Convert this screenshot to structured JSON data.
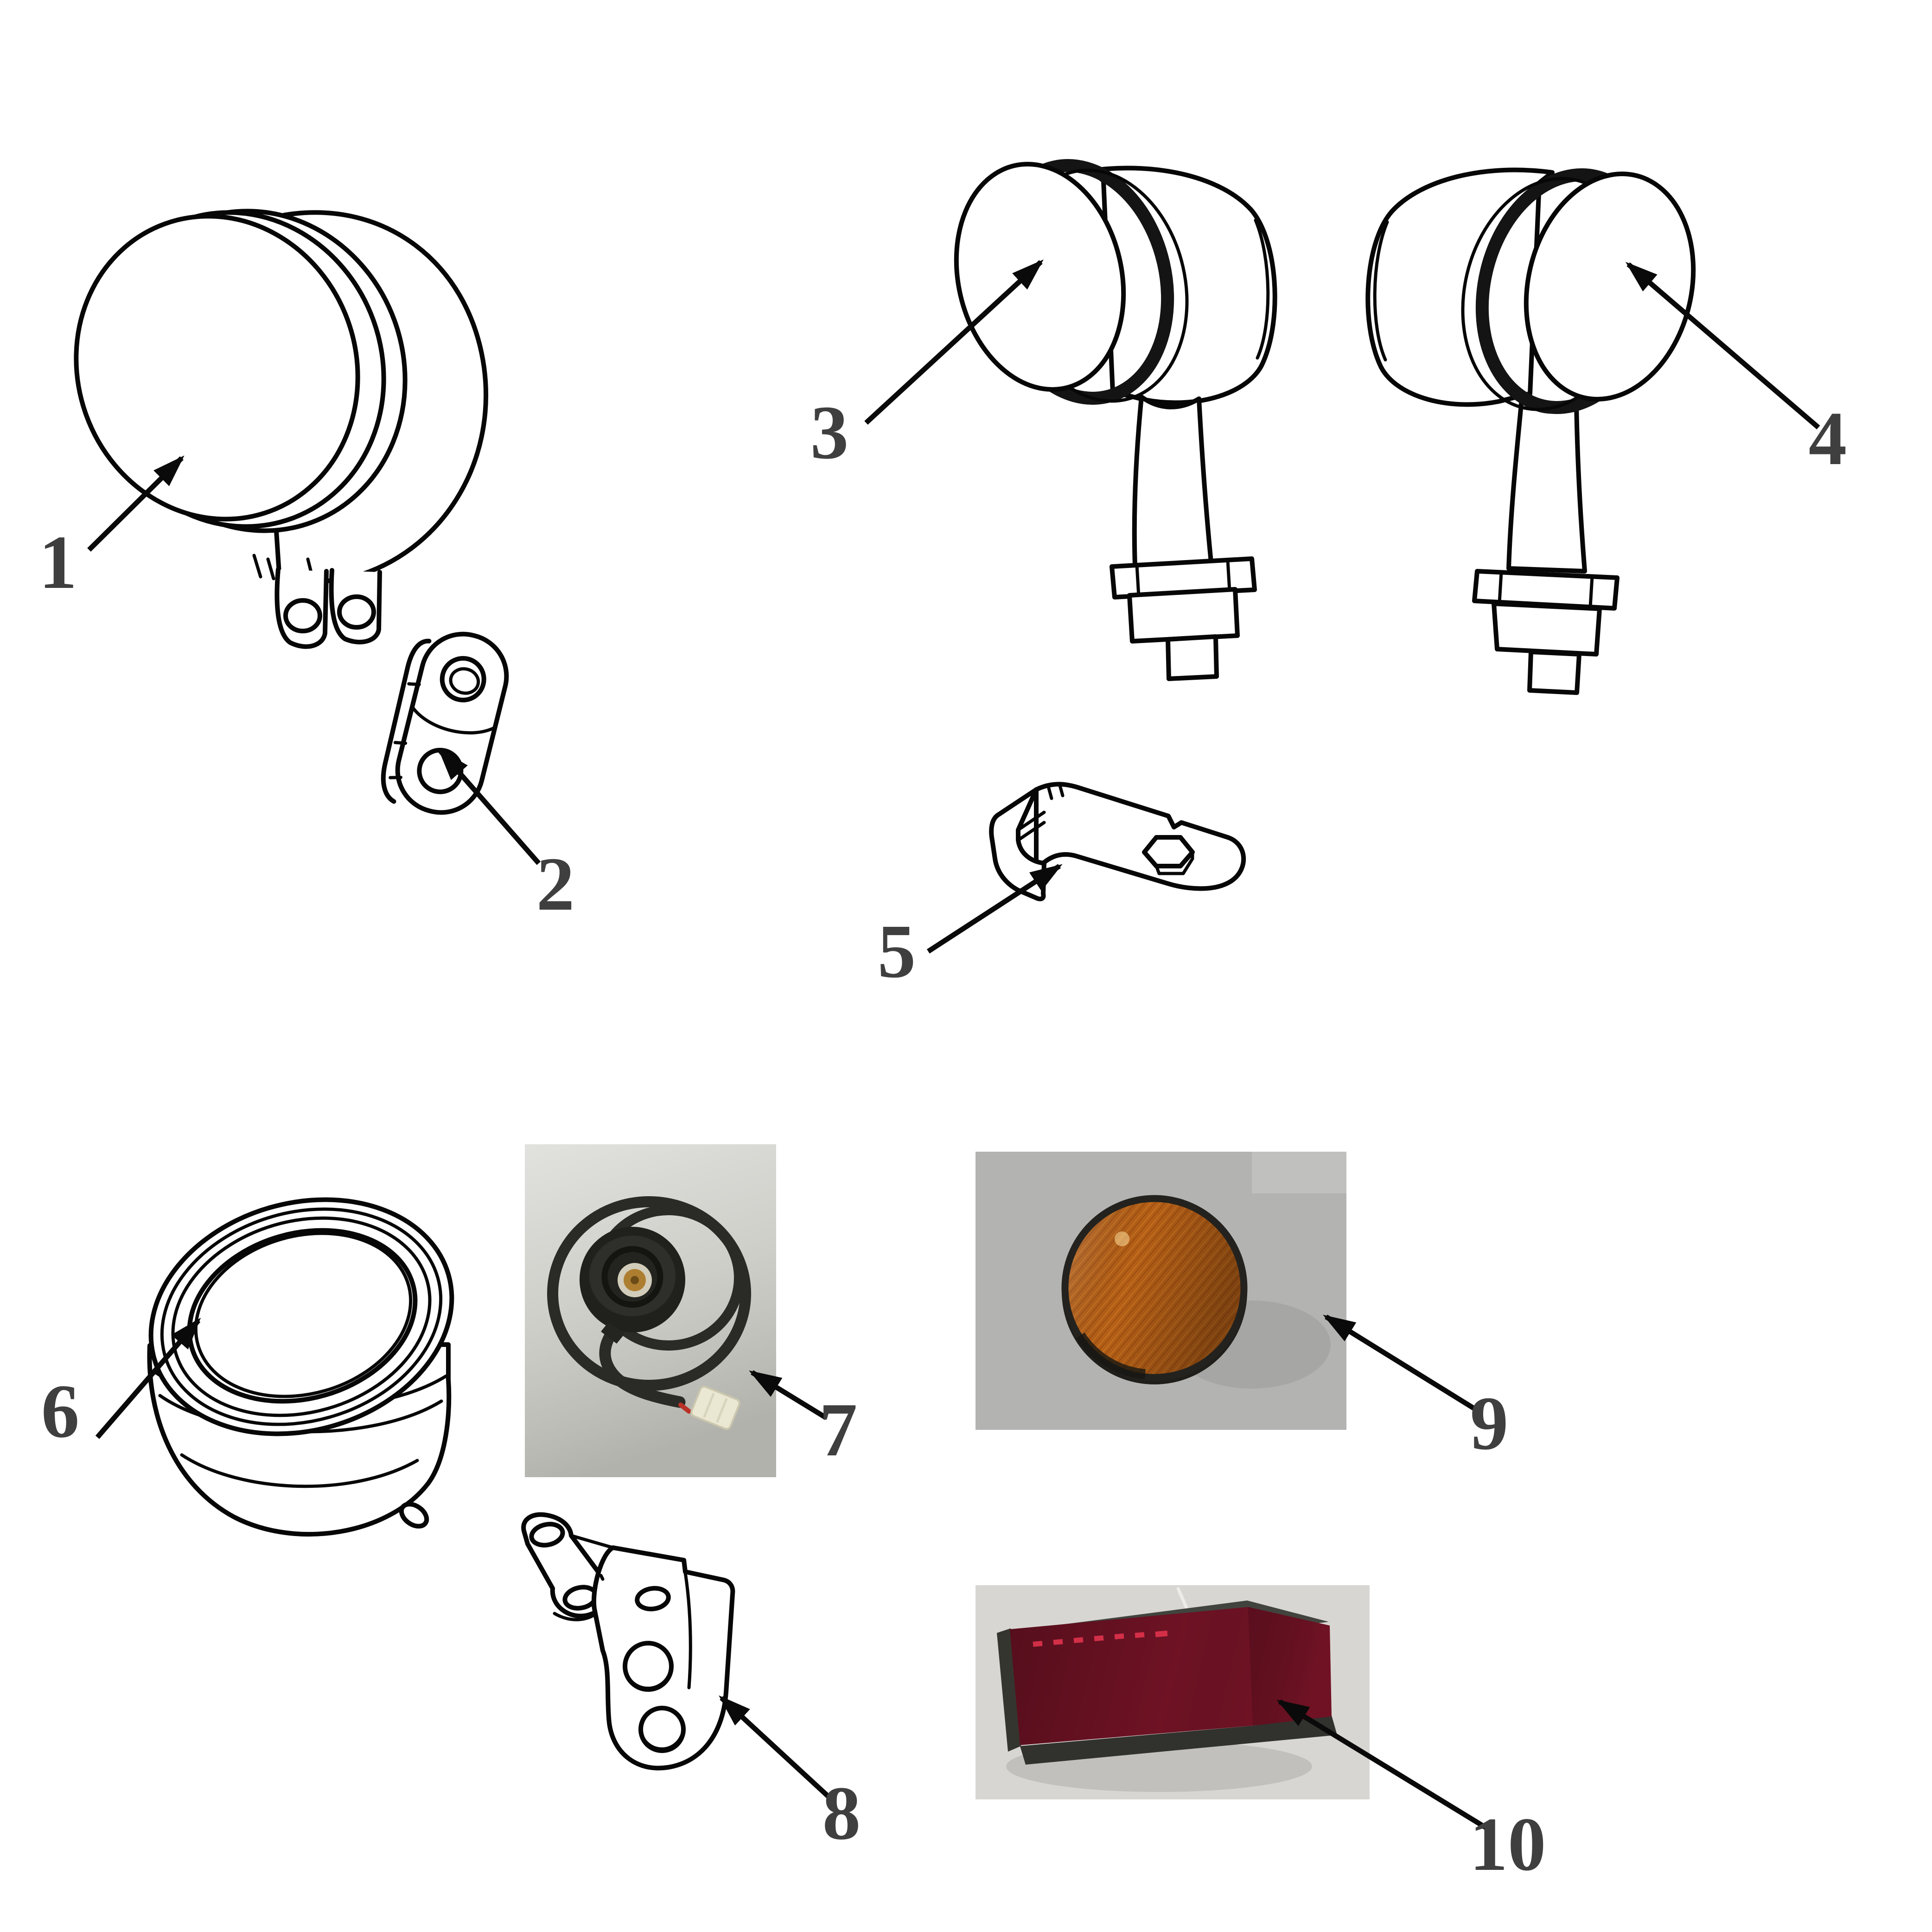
{
  "diagram": {
    "type": "parts-callout-diagram",
    "subject": "motorcycle lighting components",
    "background_color": "#ffffff",
    "callout_color": "#3f3f3f",
    "line_color": "#0a0a0a"
  },
  "parts": [
    {
      "num": "1",
      "depicts": "headlight-assembly",
      "style": "line-art"
    },
    {
      "num": "2",
      "depicts": "headlight-bracket-clamp",
      "style": "line-art"
    },
    {
      "num": "3",
      "depicts": "turn-signal-lamp-left",
      "style": "line-art"
    },
    {
      "num": "4",
      "depicts": "turn-signal-lamp-right",
      "style": "line-art"
    },
    {
      "num": "5",
      "depicts": "turn-signal-mount-bracket",
      "style": "line-art"
    },
    {
      "num": "6",
      "depicts": "headlight-shell-ring",
      "style": "line-art"
    },
    {
      "num": "7",
      "depicts": "speedometer-sensor-with-cable",
      "style": "photo"
    },
    {
      "num": "8",
      "depicts": "headlight-mounting-bracket",
      "style": "line-art"
    },
    {
      "num": "9",
      "depicts": "round-amber-reflector",
      "style": "photo"
    },
    {
      "num": "10",
      "depicts": "rectangular-red-reflector",
      "style": "photo"
    }
  ],
  "photos": {
    "sensor_bg": "#c9cac3",
    "amber_bg": "#b3b3b1",
    "red_bg": "#d8d6d2",
    "amber_reflector": "#b65f16",
    "red_reflector": "#6e1224",
    "cable_black": "#2a2a26",
    "connector_cream": "#eae7d3",
    "brass_center": "#ad7e30",
    "washer_silver": "#d2ccba"
  }
}
